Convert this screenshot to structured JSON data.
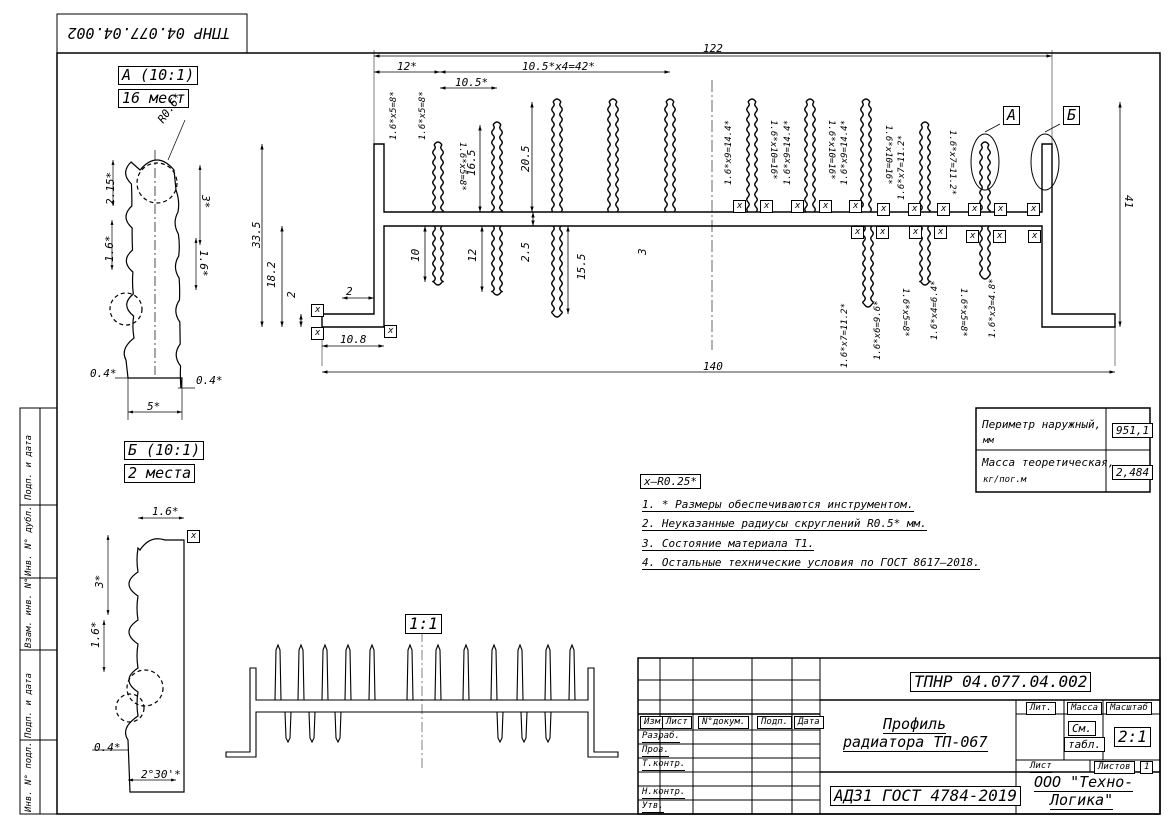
{
  "doc_code": "ТПНР 04.077.04.002",
  "detail_a": {
    "title": "А (10:1)",
    "count": "16 мест",
    "radius": "R0.6*",
    "height": "2.15*",
    "pitch": "1.6*",
    "wave_h": "3*",
    "wave_w": "1.6*",
    "left": "0.4*",
    "right": "0.4*",
    "width": "5*"
  },
  "detail_b": {
    "title": "Б (10:1)",
    "count": "2 места",
    "width": "1.6*",
    "height": "3*",
    "pitch": "1.6*",
    "tol": "0.4*",
    "angle": "2°30'*",
    "mark": "x"
  },
  "dims": {
    "overall_top": "122",
    "overall_bottom": "140",
    "d_12": "12*",
    "d_fins": "10.5*x4=42*",
    "d_10_5": "10.5*",
    "h_33_5": "33.5",
    "h_18_2": "18.2",
    "h_2": "2",
    "h_20_5": "20.5",
    "h_16_5": "16.5",
    "h_10": "10",
    "h_12": "12",
    "h_2_5": "2.5",
    "h_15_5": "15.5",
    "h_3": "3",
    "h_41": "41",
    "w_2": "2",
    "w_10_8": "10.8",
    "f1": "1.6*x5=8*",
    "f2": "1.6*x5=8*",
    "f3": "1.6*x5=8*",
    "f4": "1.6*x9=14.4*",
    "f5": "1.6*x10=16*",
    "f6": "1.6*x9=14.4*",
    "f7": "1.6*x10=16*",
    "f8": "1.6*x9=14.4*",
    "f9": "1.6*x10=16*",
    "f10": "1.6*x7=11.2*",
    "f11": "1.6*x7=11.2*",
    "b1": "1.6*x7=11.2*",
    "b2": "1.6*x6=9.6*",
    "b3": "1.6*x5=8*",
    "b4": "1.6*x4=6.4*",
    "b5": "1.6*x5=8*",
    "b6": "1.6*x3=4.8*",
    "mark": "x",
    "section_a": "А",
    "section_b": "Б"
  },
  "scale_label": "1:1",
  "property_table": {
    "perimeter_label": "Периметр наружный,",
    "perimeter_unit": "мм",
    "perimeter_value": "951,1",
    "mass_label": "Масса теоретическая,",
    "mass_unit": "кг/пог.м",
    "mass_value": "2,484"
  },
  "notes": {
    "radius": "x–R0.25*",
    "n1": "1. * Размеры обеспечиваются инструментом.",
    "n2": "2. Неуказанные радиусы скруглений R0.5* мм.",
    "n3": "3. Состояние материала Т1.",
    "n4": "4. Остальные технические условия по ГОСТ 8617–2018."
  },
  "side_stamp": {
    "s1": "Подп. и дата",
    "s2": "Инв. N° дубл.",
    "s3": "Взам. инв. N°",
    "s4": "Подп. и дата",
    "s5": "Инв. N° подл."
  },
  "title_block": {
    "code": "ТПНР 04.077.04.002",
    "name1": "Профиль",
    "name2": "радиатора ТП-067",
    "material": "АД31 ГОСТ 4784-2019",
    "lit": "Лит.",
    "mass": "Масса",
    "scale": "Масштаб",
    "mass_val1": "См.",
    "mass_val2": "табл.",
    "scale_val": "2:1",
    "sheet": "Лист",
    "sheets": "Листов",
    "sheets_val": "1",
    "org1": "ООО \"Техно-",
    "org2": "Логика\"",
    "izm": "Изм.",
    "list": "Лист",
    "docnum": "N°докум.",
    "sign": "Подп.",
    "date": "Дата",
    "razrab": "Разраб.",
    "prov": "Пров.",
    "tkontr": "Т.контр.",
    "nkontr": "Н.контр.",
    "utv": "Утв."
  }
}
